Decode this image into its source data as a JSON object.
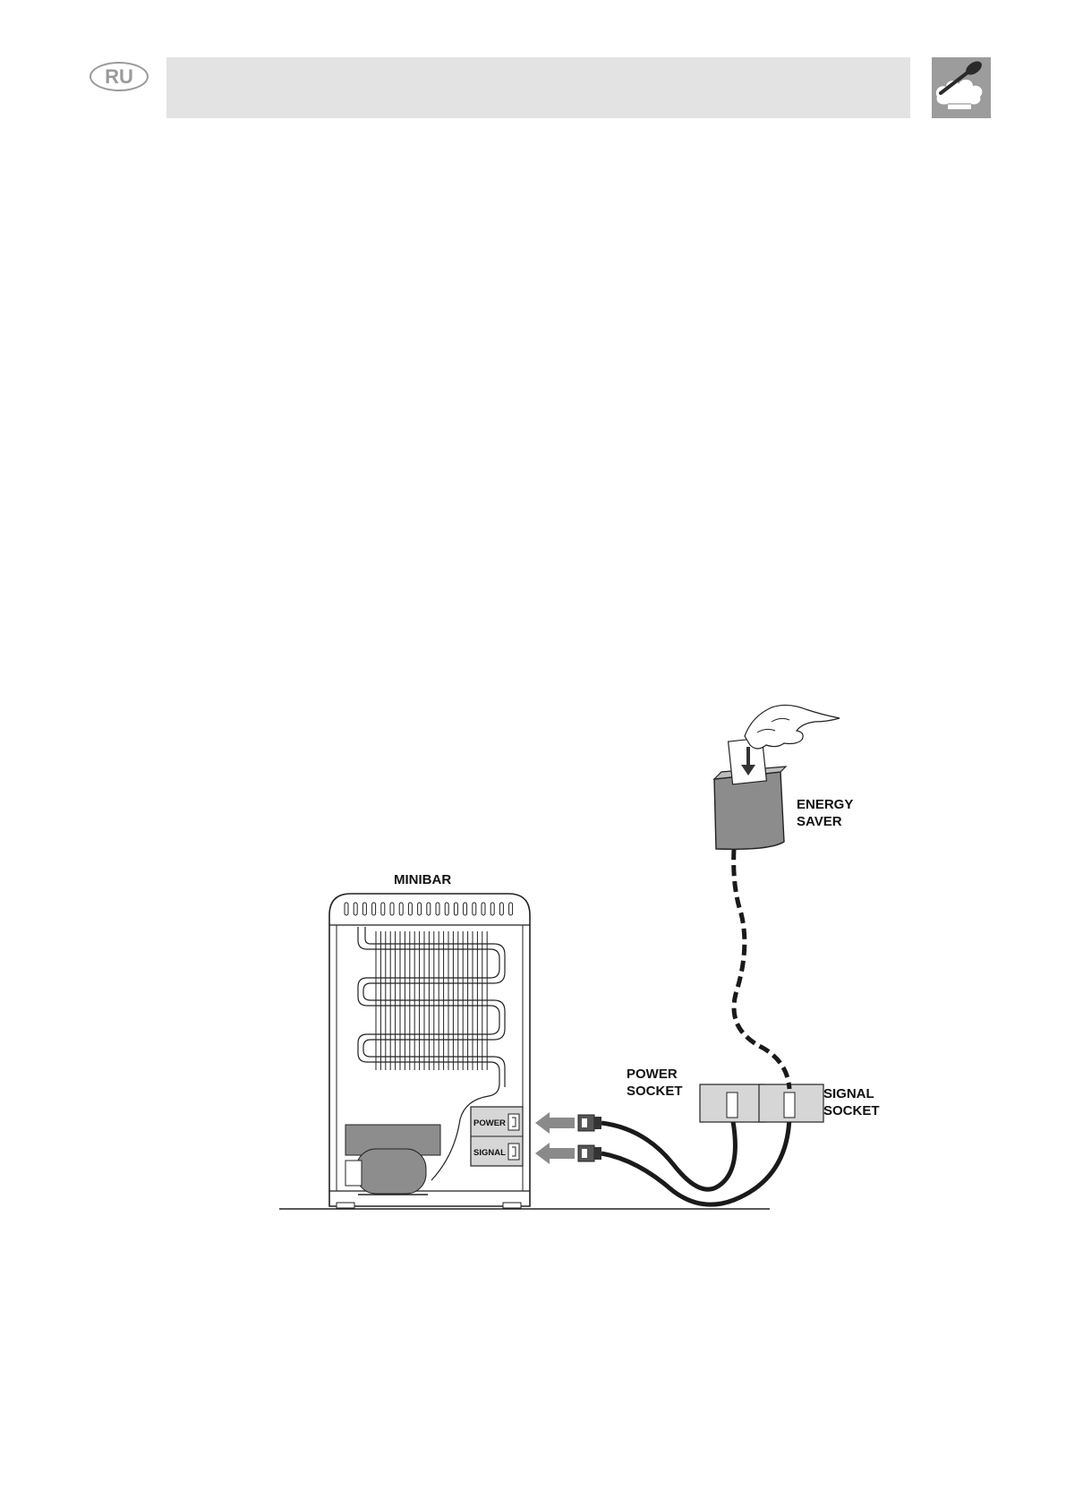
{
  "header": {
    "language_code": "RU"
  },
  "diagram": {
    "minibar_label": "MINIBAR",
    "energy_saver_line1": "ENERGY",
    "energy_saver_line2": "SAVER",
    "power_socket_line1": "POWER",
    "power_socket_line2": "SOCKET",
    "signal_socket_line1": "SIGNAL",
    "signal_socket_line2": "SOCKET",
    "port_power": "POWER",
    "port_signal": "SIGNAL"
  },
  "colors": {
    "header_band": "#e3e3e3",
    "badge_gray": "#9a9a9a",
    "logo_bg": "#9c9c9c",
    "arrow_gray": "#8a8a8a",
    "socket_fill": "#d6d6d6",
    "saver_fill": "#8c8c8c"
  },
  "icons": {
    "logo": "spoon-and-chef-hat-icon"
  }
}
